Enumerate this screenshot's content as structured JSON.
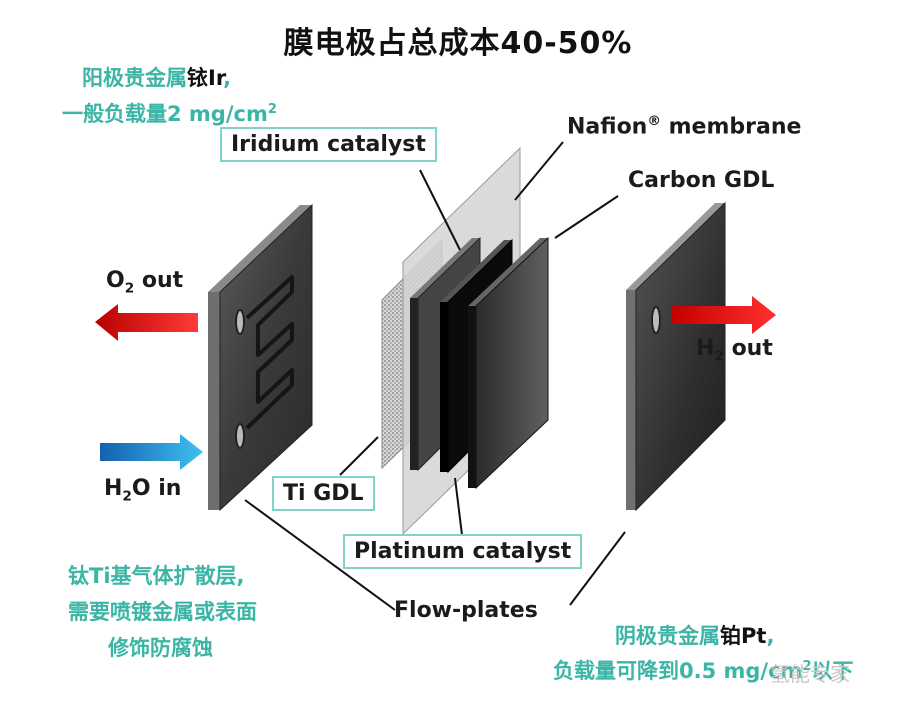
{
  "title": "膜电极占总成本40-50%",
  "anode_note": {
    "line1_teal": "阳极贵金属",
    "line1_black": "铱Ir",
    "line1_tail": ",",
    "line2_teal": "一般负载量2 mg/cm",
    "line2_sup": "2"
  },
  "gdl_note": {
    "line1": "钛Ti基气体扩散层,",
    "line2": "需要喷镀金属或表面",
    "line3": "修饰防腐蚀"
  },
  "cathode_note": {
    "line1_teal": "阴极贵金属",
    "line1_black": "铂Pt",
    "line1_tail": ",",
    "line2_teal": "负载量可降到0.5 mg/cm",
    "line2_sup": "2",
    "line2_end": "以下"
  },
  "labels": {
    "iridium": "Iridium catalyst",
    "nafion": "Nafion",
    "nafion_mark": "®",
    "nafion_tail": " membrane",
    "carbon": "Carbon GDL",
    "o2_main": "O",
    "o2_sub": "2",
    "o2_tail": " out",
    "h2_main": "H",
    "h2_sub": "2",
    "h2_tail": " out",
    "h2o_main": "H",
    "h2o_sub": "2",
    "h2o_tail": "O in",
    "tigdl": "Ti GDL",
    "platinum": "Platinum catalyst",
    "flow": "Flow-plates"
  },
  "watermark": "氢能专家",
  "colors": {
    "accent_teal": "#3bb5a6",
    "box_border": "#7fd3c8",
    "arrow_red": "#e02020",
    "arrow_blue": "#1e90d8"
  }
}
